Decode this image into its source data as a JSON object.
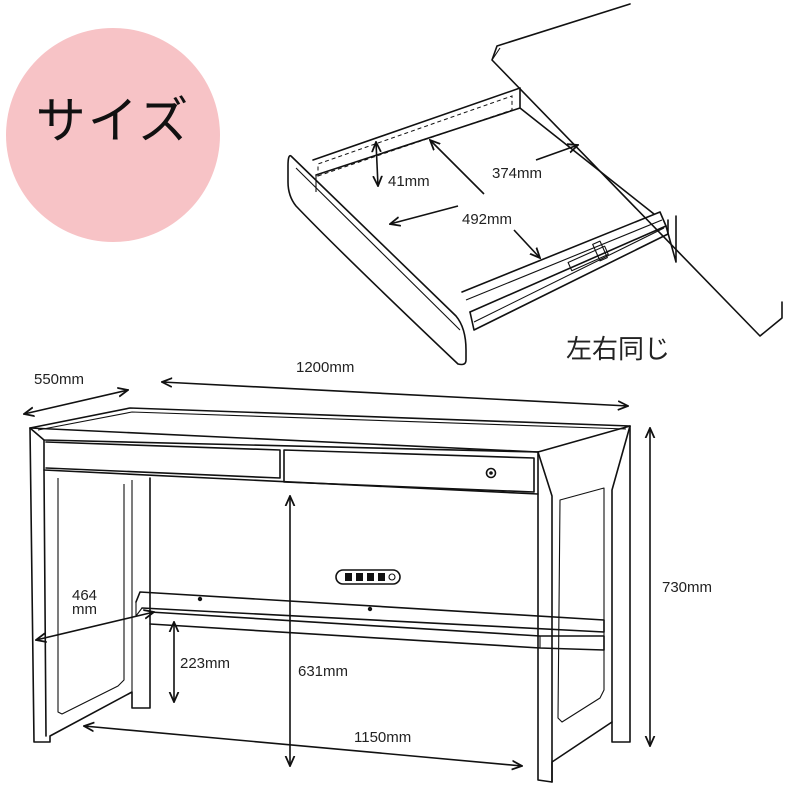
{
  "badge": {
    "text": "サイズ",
    "color": "#f7c3c6"
  },
  "note": {
    "text": "左右同じ"
  },
  "dimensions": {
    "depth": "550mm",
    "width": "1200mm",
    "height": "730mm",
    "leg_inner_line1": "464",
    "leg_inner_line2": "mm",
    "bar_height": "223mm",
    "clearance": "631mm",
    "inner_width": "1150mm"
  },
  "drawer_dimensions": {
    "depth_inner": "41mm",
    "width_inner": "374mm",
    "length_inner": "492mm"
  }
}
